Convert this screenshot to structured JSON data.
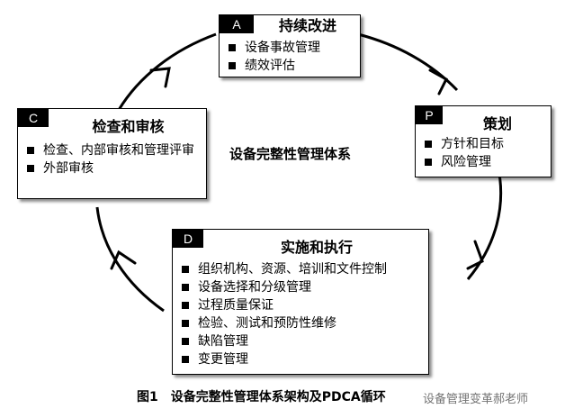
{
  "center_title": "设备完整性管理体系",
  "caption": "图1　设备完整性管理体系架构及PDCA循环",
  "watermark": "设备管理变革郝老师",
  "boxes": {
    "A": {
      "tag": "A",
      "title": "持续改进",
      "items": [
        "设备事故管理",
        "绩效评估"
      ]
    },
    "P": {
      "tag": "P",
      "title": "策划",
      "items": [
        "方针和目标",
        "风险管理"
      ]
    },
    "D": {
      "tag": "D",
      "title": "实施和执行",
      "items": [
        "组织机构、资源、培训和文件控制",
        "设备选择和分级管理",
        "过程质量保证",
        "检验、测试和预防性维修",
        "缺陷管理",
        "变更管理"
      ]
    },
    "C": {
      "tag": "C",
      "title": "检查和审核",
      "items": [
        "检查、内部审核和管理评审",
        "外部审核"
      ]
    }
  }
}
